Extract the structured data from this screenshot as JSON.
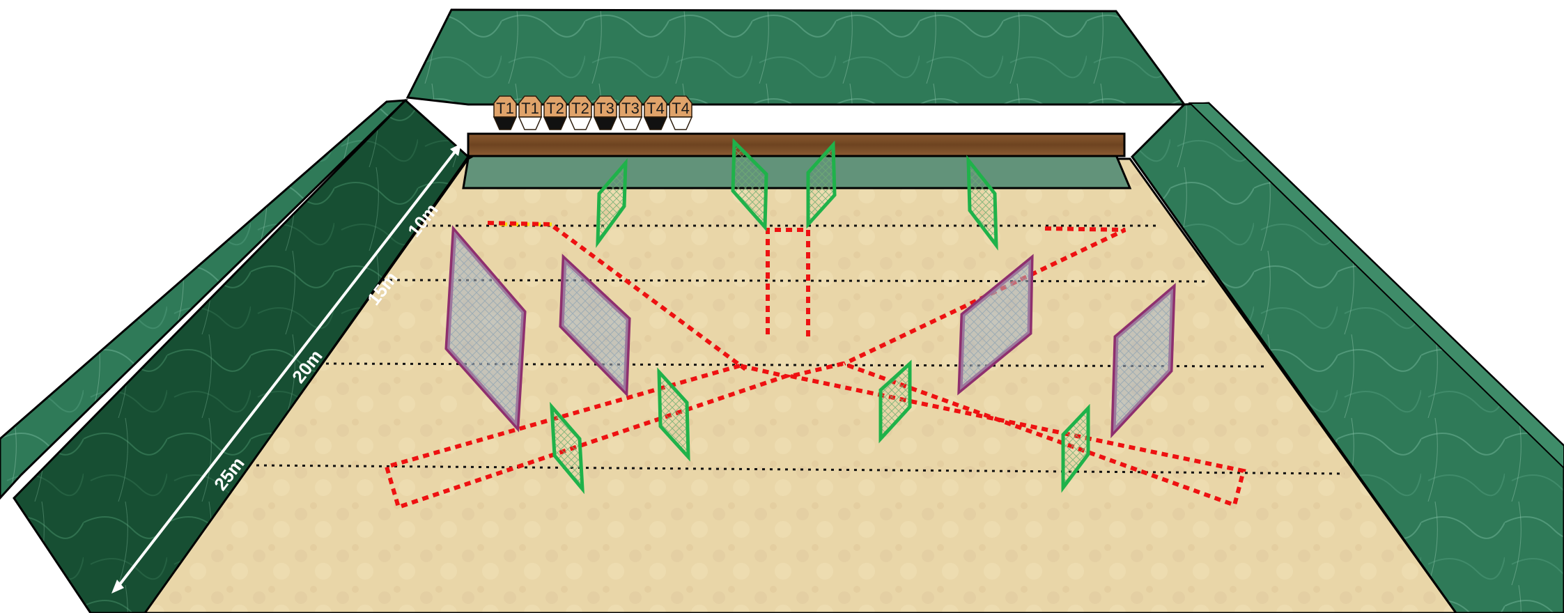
{
  "range": {
    "distance_labels": [
      "10m",
      "15m",
      "20m",
      "25m"
    ],
    "targets": [
      {
        "label": "T1",
        "face": "dark"
      },
      {
        "label": "T1",
        "face": "light"
      },
      {
        "label": "T2",
        "face": "dark"
      },
      {
        "label": "T2",
        "face": "light"
      },
      {
        "label": "T3",
        "face": "dark"
      },
      {
        "label": "T3",
        "face": "light"
      },
      {
        "label": "T4",
        "face": "dark"
      },
      {
        "label": "T4",
        "face": "light"
      }
    ]
  },
  "colors": {
    "berm": "#2f7a58",
    "berm_left_inner": "#174f33",
    "floor": "#e8d5a6",
    "target_stand": "#7a4a22",
    "target_body": "#e0a36a",
    "partial_barrier_outline": "#1fb24a",
    "full_barrier_outline": "#8e2f6e",
    "full_barrier_fill": "#a8b4c4",
    "partial_barrier_fill": "#b8dfa8",
    "lane_outline": "#ee1111",
    "distance_line": "#111111",
    "distance_arrow": "#ffffff",
    "yellow_marker": "#ffe000"
  }
}
